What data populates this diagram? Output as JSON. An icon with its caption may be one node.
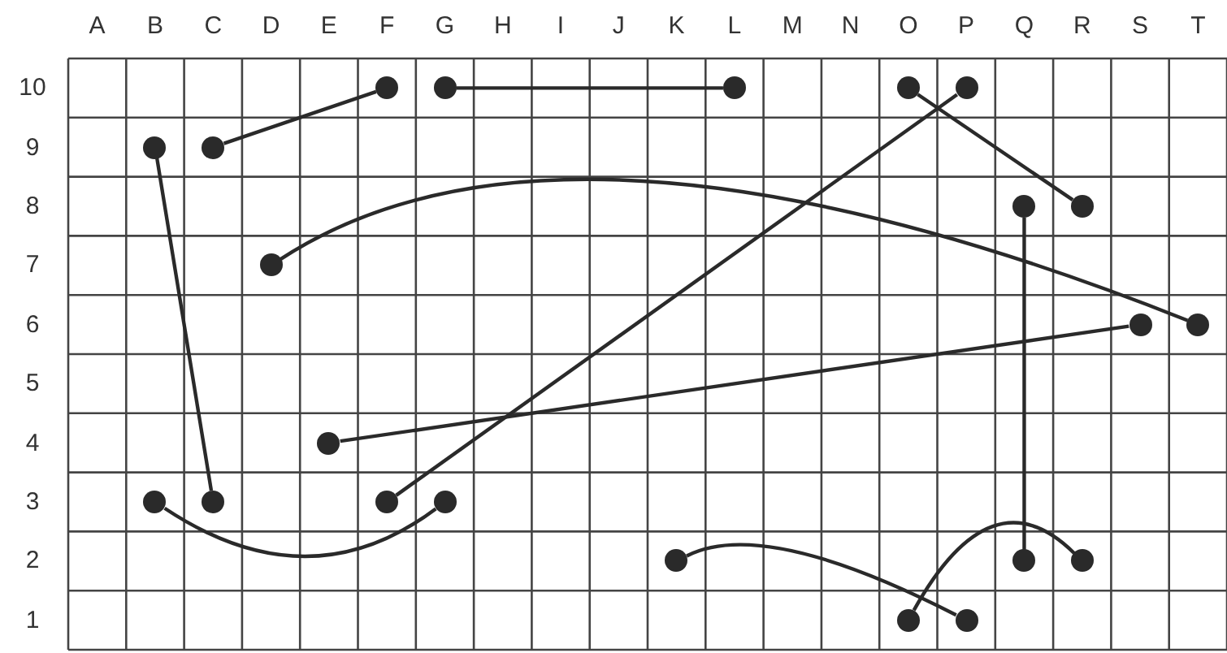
{
  "diagram": {
    "nodes": [
      {
        "text": [],
        "shape": "circle"
      },
      {
        "text": [],
        "shape": "circle"
      },
      {
        "text": [],
        "shape": "circle"
      },
      {
        "text": [],
        "shape": "circle"
      },
      {
        "text": [],
        "shape": "circle"
      },
      {
        "text": [],
        "shape": "circle"
      },
      {
        "text": [],
        "shape": "circle"
      },
      {
        "text": [],
        "shape": "circle"
      },
      {
        "text": [],
        "shape": "circle"
      },
      {
        "text": [],
        "shape": "circle"
      },
      {
        "text": [],
        "shape": "circle"
      },
      {
        "text": [],
        "shape": "circle"
      },
      {
        "text": [],
        "shape": "circle"
      },
      {
        "text": [],
        "shape": "circle"
      },
      {
        "text": [],
        "shape": "circle"
      },
      {
        "text": [],
        "shape": "circle"
      },
      {
        "text": [],
        "shape": "circle"
      },
      {
        "text": [],
        "shape": "circle"
      },
      {
        "text": [],
        "shape": "circle"
      },
      {
        "text": [],
        "shape": "circle"
      },
      {
        "text": [],
        "shape": "circle"
      },
      {
        "text": [],
        "shape": "circle"
      }
    ],
    "edges": [
      {
        "from": 6,
        "to": 0,
        "arrow": "none"
      },
      {
        "from": 1,
        "to": 2,
        "arrow": "none"
      },
      {
        "from": 3,
        "to": 8,
        "arrow": "none"
      },
      {
        "from": 4,
        "to": 15,
        "arrow": "none"
      },
      {
        "from": 5,
        "to": 14,
        "arrow": "none"
      },
      {
        "from": 9,
        "to": 11,
        "arrow": "none"
      },
      {
        "from": 7,
        "to": 18,
        "arrow": "none"
      },
      {
        "from": 10,
        "to": 12,
        "arrow": "none"
      },
      {
        "from": 13,
        "to": 16,
        "arrow": "none"
      },
      {
        "from": 17,
        "to": 21,
        "arrow": "none"
      },
      {
        "from": 20,
        "to": 19,
        "arrow": "none"
      }
    ],
    "labels": [
      "A",
      "B",
      "C",
      "D",
      "E",
      "F",
      "G",
      "H",
      "I",
      "J",
      "K",
      "L",
      "M",
      "N",
      "O",
      "P",
      "Q",
      "R",
      "S",
      "T",
      "10",
      "9",
      "8",
      "7",
      "6",
      "5",
      "4",
      "3",
      "2",
      "1"
    ]
  }
}
